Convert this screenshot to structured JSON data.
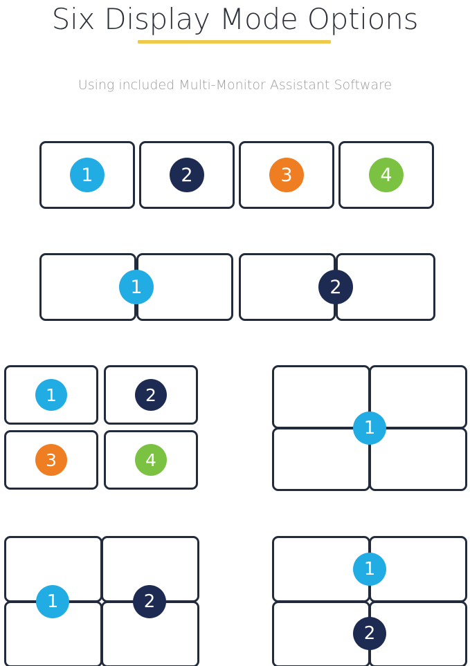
{
  "header": {
    "title": "Six Display Mode Options",
    "subtitle": "Using included Multi-Monitor Assistant Software",
    "underline_color": "#efc94c",
    "title_color": "#2c3038",
    "subtitle_color": "#9b9b9b"
  },
  "palette": {
    "badge_1": "#22ace4",
    "badge_2": "#1d2a51",
    "badge_3": "#ef7e22",
    "badge_4": "#7cc242",
    "monitor_border": "#212b3c",
    "monitor_fill": "#ffffff",
    "background": "#ffffff"
  },
  "modes": [
    {
      "id": "mode-1",
      "layout": "four-independent-1x4",
      "monitor_count": 4,
      "badges": [
        {
          "label": "1",
          "color": "#22ace4",
          "spans": 1
        },
        {
          "label": "2",
          "color": "#1d2a51",
          "spans": 1
        },
        {
          "label": "3",
          "color": "#ef7e22",
          "spans": 1
        },
        {
          "label": "4",
          "color": "#7cc242",
          "spans": 1
        }
      ]
    },
    {
      "id": "mode-2",
      "layout": "two-spanned-pairs-1x4",
      "monitor_count": 4,
      "badges": [
        {
          "label": "1",
          "color": "#22ace4",
          "spans": 2
        },
        {
          "label": "2",
          "color": "#1d2a51",
          "spans": 2
        }
      ]
    },
    {
      "id": "mode-3",
      "layout": "four-independent-2x2",
      "monitor_count": 4,
      "badges": [
        {
          "label": "1",
          "color": "#22ace4",
          "spans": 1
        },
        {
          "label": "2",
          "color": "#1d2a51",
          "spans": 1
        },
        {
          "label": "3",
          "color": "#ef7e22",
          "spans": 1
        },
        {
          "label": "4",
          "color": "#7cc242",
          "spans": 1
        }
      ]
    },
    {
      "id": "mode-4",
      "layout": "single-spanned-2x2",
      "monitor_count": 4,
      "badges": [
        {
          "label": "1",
          "color": "#22ace4",
          "spans": 4
        }
      ]
    },
    {
      "id": "mode-5",
      "layout": "two-vertical-spans-2x2",
      "monitor_count": 4,
      "badges": [
        {
          "label": "1",
          "color": "#22ace4",
          "spans": 2
        },
        {
          "label": "2",
          "color": "#1d2a51",
          "spans": 2
        }
      ]
    },
    {
      "id": "mode-6",
      "layout": "two-horizontal-spans-2x2",
      "monitor_count": 4,
      "badges": [
        {
          "label": "1",
          "color": "#22ace4",
          "spans": 2
        },
        {
          "label": "2",
          "color": "#1d2a51",
          "spans": 2
        }
      ]
    }
  ]
}
